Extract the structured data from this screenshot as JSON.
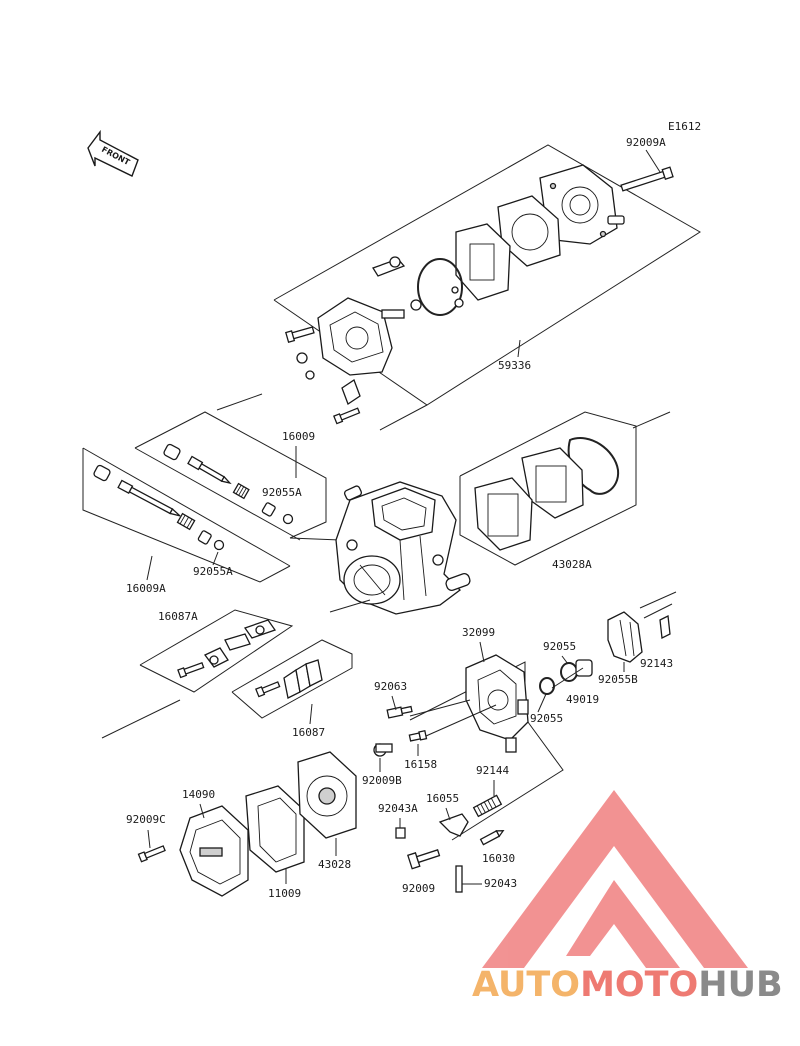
{
  "diagram": {
    "code": "E1612",
    "front_label": "FRONT",
    "labels": {
      "p92009A": "92009A",
      "p59336": "59336",
      "p16009": "16009",
      "p92055A_1": "92055A",
      "p16009A": "16009A",
      "p92055A_2": "92055A",
      "p43028A": "43028A",
      "p16087A": "16087A",
      "p32099": "32099",
      "p92055_1": "92055",
      "p92143": "92143",
      "p49019": "49019",
      "p92055B": "92055B",
      "p92063": "92063",
      "p92055_2": "92055",
      "p16087": "16087",
      "p16158": "16158",
      "p92009B": "92009B",
      "p92144": "92144",
      "p14090": "14090",
      "p92043A": "92043A",
      "p16055": "16055",
      "p92009C": "92009C",
      "p43028": "43028",
      "p16030": "16030",
      "p11009": "11009",
      "p92009": "92009",
      "p92043": "92043"
    }
  },
  "watermark": {
    "part1": "AUTO",
    "part2": "MOTO",
    "part3": "HUB",
    "colors": {
      "triangle": "#f08080",
      "orange": "#f4b46a",
      "red": "#ee7a72",
      "gray": "#8a8a8a"
    }
  }
}
